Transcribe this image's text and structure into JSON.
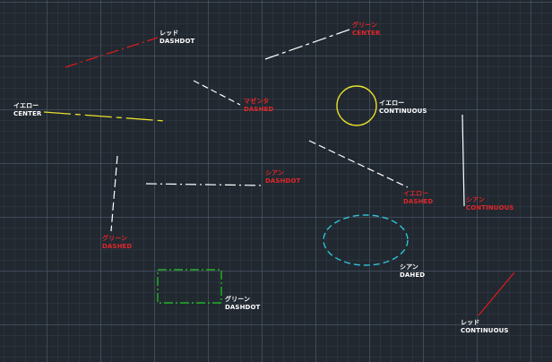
{
  "colors": {
    "red": "#d81c1c",
    "white": "#ffffff",
    "yellow": "#e8e02a",
    "cyan": "#2ec4d6",
    "green": "#22cc22",
    "label_red": "#e0262b",
    "label_white": "#ffffff"
  },
  "annotations": [
    {
      "id": "red-dashdot",
      "line1": "レッド",
      "line2": "DASHDOT",
      "color": "white"
    },
    {
      "id": "green-center",
      "line1": "グリーン",
      "line2": "CENTER",
      "color": "red"
    },
    {
      "id": "magenta-dashed",
      "line1": "マゼンタ",
      "line2": "DASHED",
      "color": "red"
    },
    {
      "id": "yellow-center",
      "line1": "イエロー",
      "line2": "CENTER",
      "color": "white"
    },
    {
      "id": "yellow-continuous",
      "line1": "イエロー",
      "line2": "CONTINUOUS",
      "color": "white"
    },
    {
      "id": "cyan-dashdot",
      "line1": "シアン",
      "line2": "DASHDOT",
      "color": "red"
    },
    {
      "id": "yellow-dashed",
      "line1": "イエロー",
      "line2": "DASHED",
      "color": "red"
    },
    {
      "id": "cyan-continuous",
      "line1": "シアン",
      "line2": "CONTINUOUS",
      "color": "red"
    },
    {
      "id": "green-dashed",
      "line1": "グリーン",
      "line2": "DASHED",
      "color": "red"
    },
    {
      "id": "cyan-dahed",
      "line1": "シアン",
      "line2": "DAHED",
      "color": "white"
    },
    {
      "id": "green-dashdot",
      "line1": "グリーン",
      "line2": "DASHDOT",
      "color": "white"
    },
    {
      "id": "red-continuous",
      "line1": "レッド",
      "line2": "CONTINUOUS",
      "color": "white"
    }
  ]
}
